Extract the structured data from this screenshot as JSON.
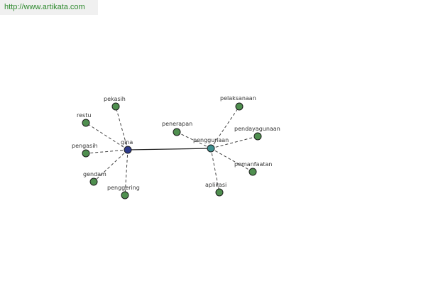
{
  "banner": {
    "url": "http://www.artikata.com"
  },
  "colors": {
    "leaf": "#4f8f4f",
    "hub_gina": "#2d3a8c",
    "hub_penggunaan": "#3d8f8f",
    "banner_text": "#2f8a2f"
  },
  "graph": {
    "hubs": [
      {
        "id": "gina",
        "label": "gina",
        "color": "#2d3a8c"
      },
      {
        "id": "penggunaan",
        "label": "penggunaan",
        "color": "#3d8f8f"
      }
    ],
    "leaves": [
      {
        "id": "pekasih",
        "label": "pekasih",
        "hub": "gina"
      },
      {
        "id": "restu",
        "label": "restu",
        "hub": "gina"
      },
      {
        "id": "pengasih",
        "label": "pengasih",
        "hub": "gina"
      },
      {
        "id": "gendam",
        "label": "gendam",
        "hub": "gina"
      },
      {
        "id": "penggering",
        "label": "penggering",
        "hub": "gina"
      },
      {
        "id": "penerapan",
        "label": "penerapan",
        "hub": "penggunaan"
      },
      {
        "id": "pelaksanaan",
        "label": "pelaksanaan",
        "hub": "penggunaan"
      },
      {
        "id": "pendayagunaan",
        "label": "pendayagunaan",
        "hub": "penggunaan"
      },
      {
        "id": "pemanfaatan",
        "label": "pemanfaatan",
        "hub": "penggunaan"
      },
      {
        "id": "aplikasi",
        "label": "aplikasi",
        "hub": "penggunaan"
      }
    ],
    "hub_link": [
      "gina",
      "penggunaan"
    ]
  }
}
